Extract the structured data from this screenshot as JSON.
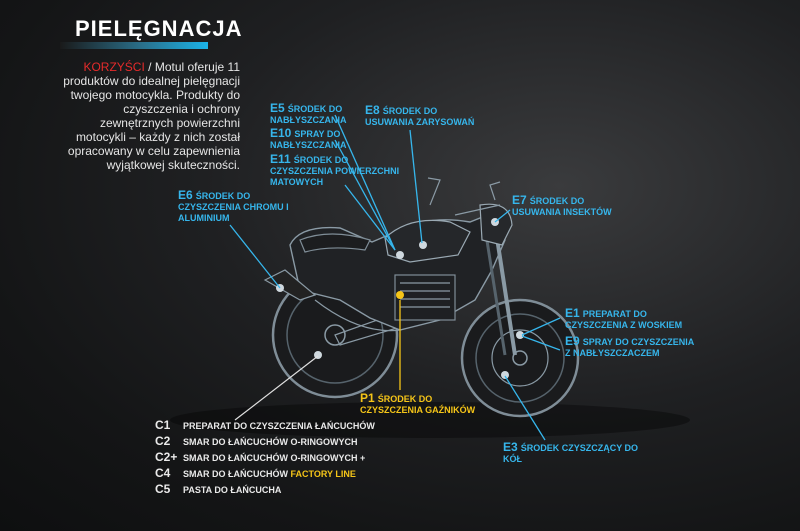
{
  "header": {
    "title": "PIELĘGNACJA"
  },
  "intro": {
    "keyword": "KORZYŚCI",
    "separator": " / ",
    "text": "Motul oferuje 11 produktów do idealnej pielęgnacji twojego motocykla. Produkty do czyszczenia i ochrony zewnętrznych powierzchni motocykli – każdy z nich został opracowany w celu zapewnienia wyjątkowej skuteczności."
  },
  "callouts": {
    "e5": {
      "code": "E5",
      "text": "ŚRODEK DO NABŁYSZCZANIA"
    },
    "e10": {
      "code": "E10",
      "text": "SPRAY DO NABŁYSZCZANIA"
    },
    "e11": {
      "code": "E11",
      "text": "ŚRODEK DO CZYSZCZENIA POWIERZCHNI MATOWYCH"
    },
    "e8": {
      "code": "E8",
      "text": "ŚRODEK DO USUWANIA ZARYSOWAŃ"
    },
    "e6": {
      "code": "E6",
      "text": "ŚRODEK DO CZYSZCZENIA CHROMU I ALUMINIUM"
    },
    "e7": {
      "code": "E7",
      "text": "ŚRODEK DO USUWANIA INSEKTÓW"
    },
    "e1": {
      "code": "E1",
      "text": "PREPARAT DO CZYSZCZENIA Z WOSKIEM"
    },
    "e9": {
      "code": "E9",
      "text": "SPRAY DO CZYSZCZENIA Z NABŁYSZCZACZEM"
    },
    "e3": {
      "code": "E3",
      "text": "ŚRODEK CZYSZCZĄCY DO KÓŁ"
    },
    "p1": {
      "code": "P1",
      "text": "ŚRODEK DO CZYSZCZENIA GAŹNIKÓW"
    }
  },
  "chain_products": [
    {
      "code": "C1",
      "text": "PREPARAT DO CZYSZCZENIA ŁAŃCUCHÓW",
      "highlight": ""
    },
    {
      "code": "C2",
      "text": "SMAR DO ŁAŃCUCHÓW O-RINGOWYCH",
      "highlight": ""
    },
    {
      "code": "C2+",
      "text": "SMAR DO ŁAŃCUCHÓW O-RINGOWYCH +",
      "highlight": ""
    },
    {
      "code": "C4",
      "text": "SMAR DO ŁAŃCUCHÓW ",
      "highlight": "FACTORY LINE"
    },
    {
      "code": "C5",
      "text": "PASTA DO ŁAŃCUCHA",
      "highlight": ""
    }
  ],
  "colors": {
    "accent_blue": "#36b6ec",
    "accent_red": "#e52b2b",
    "accent_yellow": "#f5c518"
  }
}
